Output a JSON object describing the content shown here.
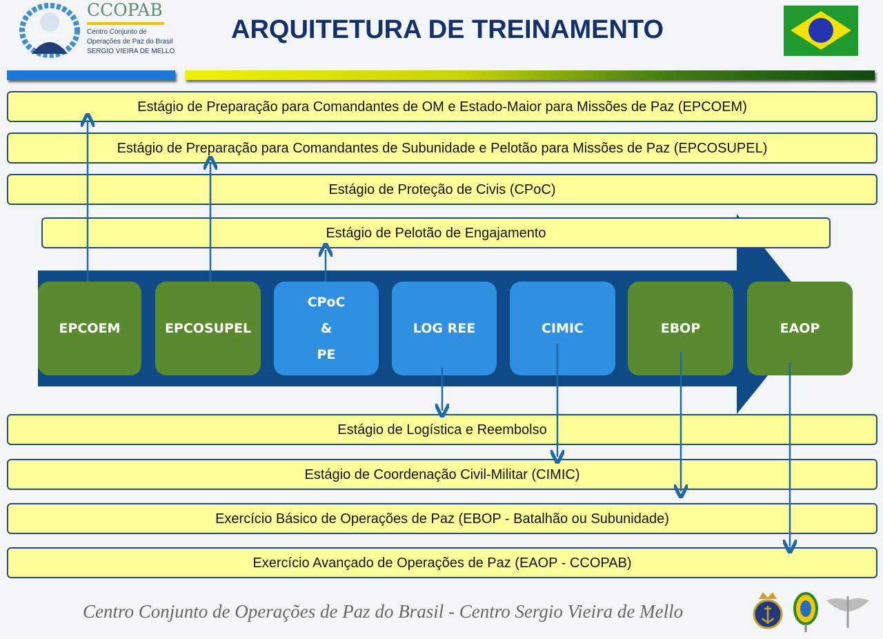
{
  "header": {
    "logo_name": "CCOPAB",
    "logo_lines": [
      "Centro Conjunto de",
      "Operações de Paz do Brasil",
      "SERGIO VIEIRA DE MELLO"
    ],
    "title": "ARQUITETURA DE TREINAMENTO"
  },
  "stages": [
    "Estágio de Preparação para Comandantes de OM e Estado-Maior para Missões de Paz (EPCOEM)",
    "Estágio de Preparação para Comandantes de Subunidade e Pelotão para Missões de Paz (EPCOSUPEL)",
    "Estágio de Proteção de Civis (CPoC)",
    "Estágio de Pelotão de Engajamento",
    "Estágio de Logística e Reembolso",
    "Estágio de Coordenação Civil-Militar (CIMIC)",
    "Exercício Básico de Operações de Paz  (EBOP - Batalhão ou Subunidade)",
    "Exercício Avançado de Operações de Paz  (EAOP - CCOPAB)"
  ],
  "modules": [
    "EPCOEM",
    "EPCOSUPEL",
    "CPoC\n&\nPE",
    "LOG  REE",
    "CIMIC",
    "EBOP",
    "EAOP"
  ],
  "footer": "Centro Conjunto de Operações de Paz do Brasil - Centro Sergio Vieira de Mello",
  "colors": {
    "bar": "#ffff99",
    "green": "#5a8a2e",
    "blue": "#2f8fe0",
    "arrow": "#0d4a86"
  }
}
